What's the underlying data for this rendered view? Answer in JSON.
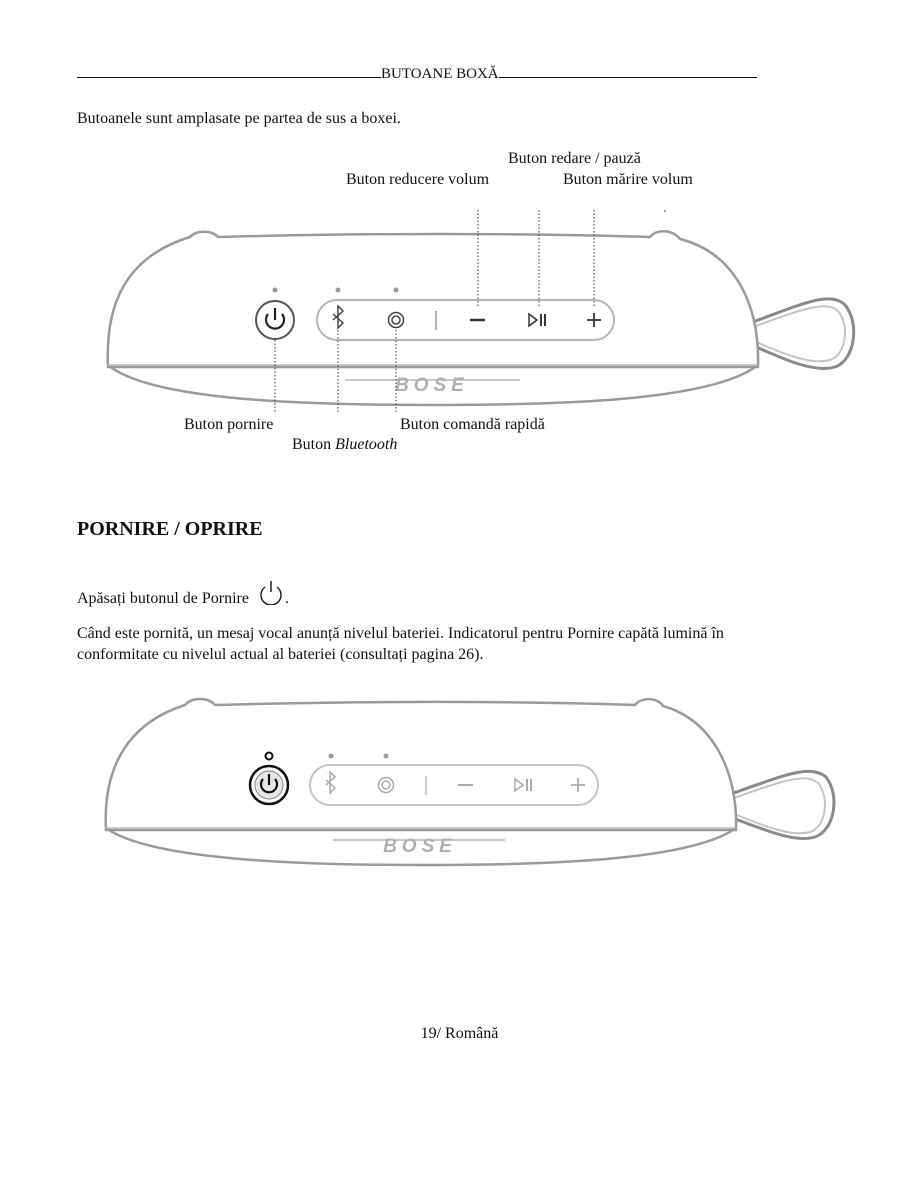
{
  "header": {
    "title": "BUTOANE BOXĂ"
  },
  "intro": "Butoanele sunt amplasate pe partea de sus a boxei.",
  "diagram1": {
    "labels": {
      "play_pause": "Buton redare / pauză",
      "volume_down": "Buton reducere volum",
      "volume_up": "Buton mărire volum",
      "power": "Buton pornire",
      "bluetooth_prefix": "Buton ",
      "bluetooth_em": "Bluetooth",
      "shortcut": "Buton comandă rapidă"
    },
    "logo": "BOSE"
  },
  "section": {
    "heading": "PORNIRE / OPRIRE",
    "press_text": "Apăsați butonul de Pornire",
    "press_end": ".",
    "body_line1": "Când este pornită, un mesaj vocal anunță nivelul bateriei. Indicatorul pentru Pornire capătă lumină în",
    "body_line2": "conformitate cu nivelul actual al bateriei (consultați pagina 26)."
  },
  "diagram2": {
    "logo": "BOSE"
  },
  "footer": {
    "page": "19/ Română"
  },
  "icons": [
    "power-icon",
    "bluetooth-icon",
    "shortcut-icon",
    "minus-icon",
    "play-pause-icon",
    "plus-icon"
  ]
}
